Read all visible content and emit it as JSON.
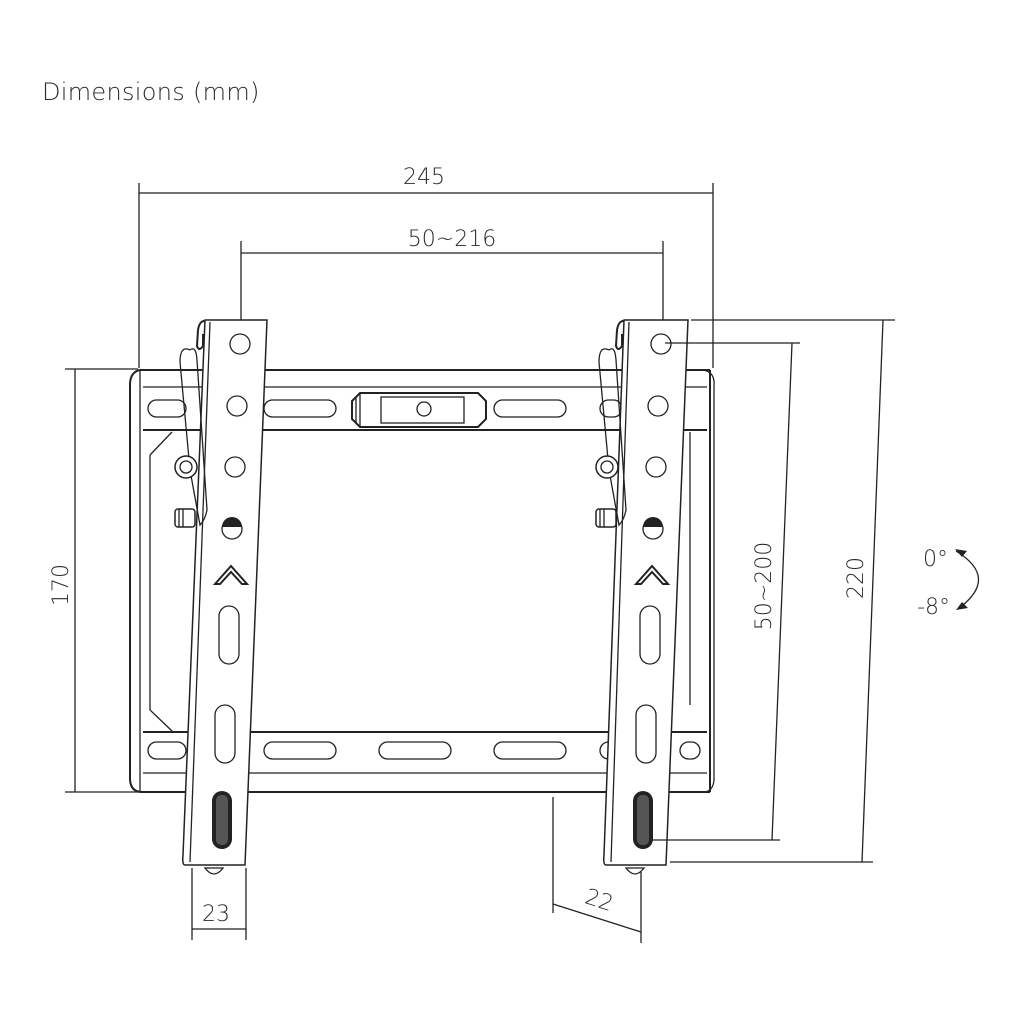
{
  "title": "Dimensions (mm)",
  "dimensions": {
    "overall_width": "245",
    "vesa_horizontal": "50~216",
    "wall_plate_height": "170",
    "vesa_vertical": "50~200",
    "overall_height": "220",
    "arm_width": "23",
    "wall_profile_depth": "22"
  },
  "tilt": {
    "max": "0°",
    "min": "-8°"
  },
  "colors": {
    "line": "#222222",
    "background": "#ffffff",
    "text": "#2a2a2a"
  }
}
